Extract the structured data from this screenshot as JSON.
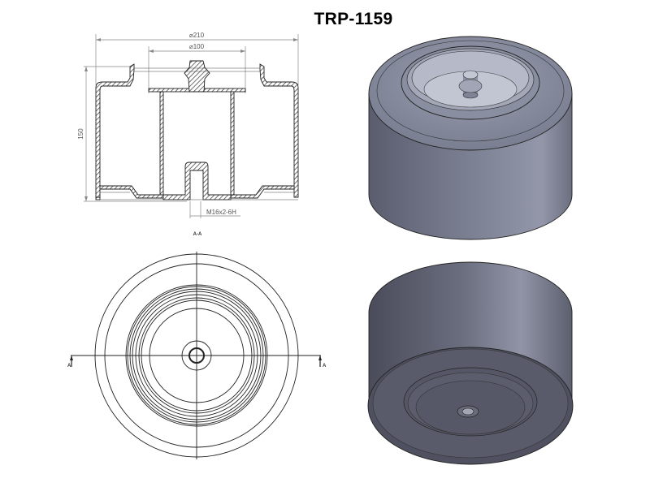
{
  "drawing": {
    "title": "TRP-1159",
    "section_view": {
      "label": "A-A",
      "dimensions": {
        "outer_diameter": "⌀210",
        "inner_diameter": "⌀100",
        "height": "150",
        "thread": "M16x2-6H"
      }
    },
    "plan_view": {
      "section_marker_left": "A",
      "section_marker_right": "A"
    },
    "iso_top_view": {
      "description": "isometric view from top"
    },
    "iso_bottom_view": {
      "description": "isometric view from bottom"
    }
  },
  "colors": {
    "line": "#222222",
    "hatch": "#333333",
    "dim_line": "#777777",
    "body_light": "#8f93a6",
    "body_dark": "#4d5061",
    "background": "#ffffff"
  }
}
